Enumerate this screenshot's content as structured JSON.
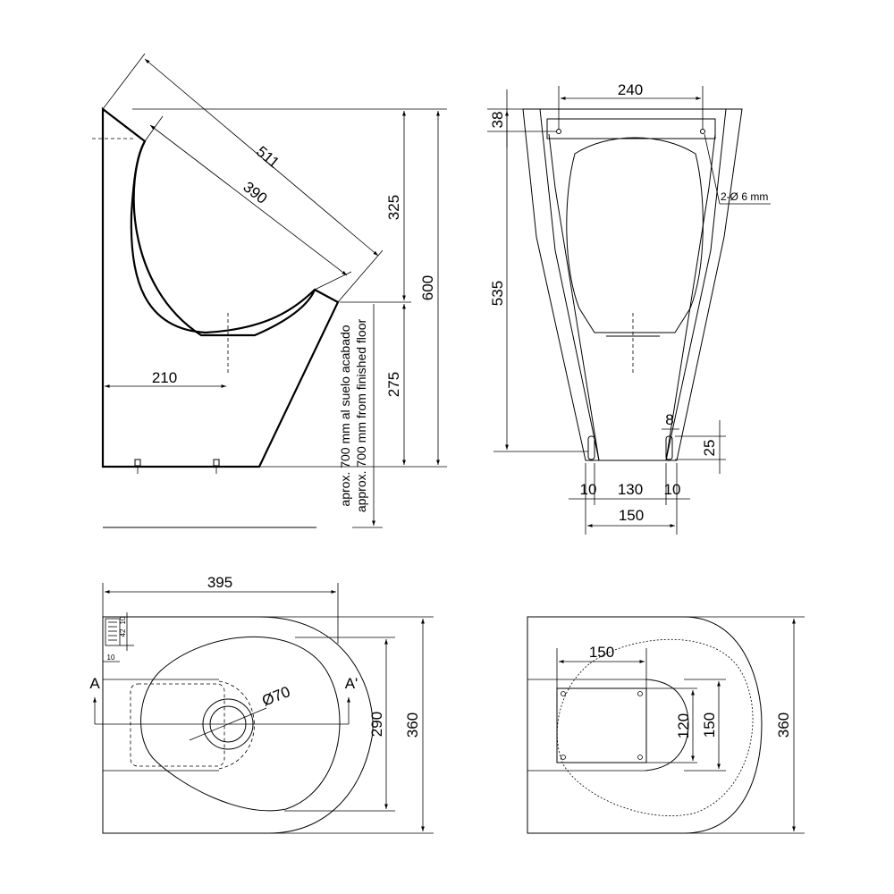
{
  "side_view": {
    "dim_diagonal_outer": "511",
    "dim_diagonal_inner": "390",
    "dim_upper_height": "325",
    "dim_total_height": "600",
    "dim_lower_height": "275",
    "dim_depth": "210",
    "floor_note_es": "aprox. 700 mm al suelo acabado",
    "floor_note_en": "approx. 700 mm from finished floor"
  },
  "front_view": {
    "dim_bracket_width": "240",
    "dim_bracket_height": "38",
    "dim_holes": "2-Ø 6 mm",
    "dim_height": "535",
    "dim_slot_width": "8",
    "dim_slot_height": "25",
    "dim_slot_offset_left": "10",
    "dim_between": "130",
    "dim_slot_offset_right": "10",
    "dim_bottom_width": "150"
  },
  "top_view": {
    "dim_width": "395",
    "dim_depth_inner": "290",
    "dim_depth_outer": "360",
    "dim_drain": "Ø70",
    "section_left": "A",
    "section_right": "A'",
    "detail_10_top": "10",
    "detail_42": "42",
    "detail_10_bottom": "10"
  },
  "back_view": {
    "dim_plate_width": "150",
    "dim_plate_height_inner": "120",
    "dim_plate_height": "150",
    "dim_depth": "360"
  }
}
